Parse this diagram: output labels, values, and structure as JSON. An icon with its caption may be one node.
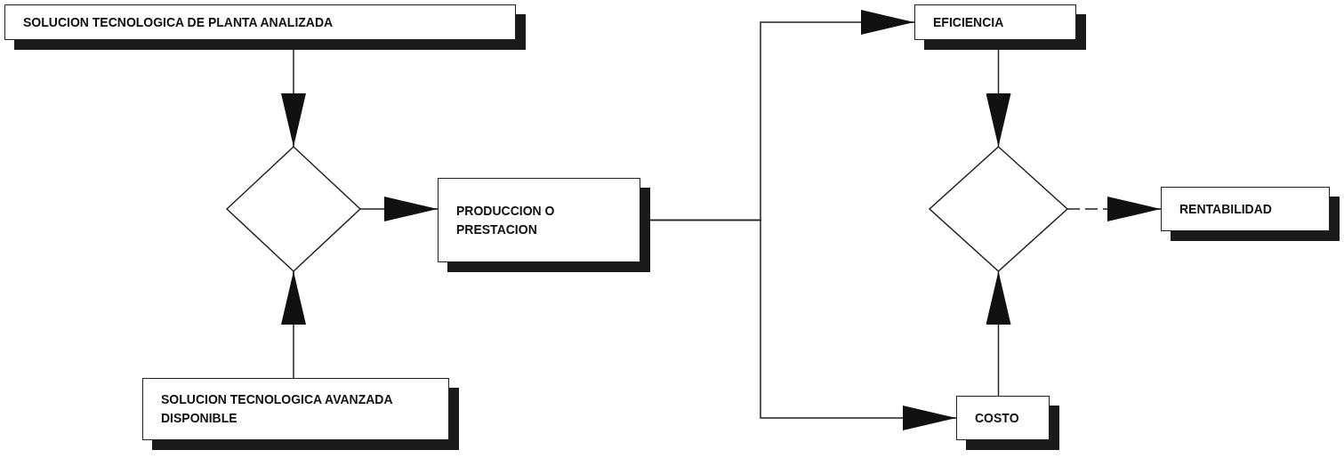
{
  "diagram": {
    "nodes": [
      {
        "text": [
          "SOLUCION TECNOLOGICA DE PLANTA ANALIZADA"
        ]
      },
      {
        "text": [],
        "shape": "diamond"
      },
      {
        "text": [
          "SOLUCION TECNOLOGICA AVANZADA DISPONIBLE"
        ]
      },
      {
        "text": [
          "PRODUCCION O PRESTACION"
        ]
      },
      {
        "text": [
          "EFICIENCIA"
        ]
      },
      {
        "text": [],
        "shape": "diamond"
      },
      {
        "text": [
          "COSTO"
        ]
      },
      {
        "text": [
          "RENTABILIDAD"
        ]
      }
    ],
    "edges": [
      {
        "from": 0,
        "to": 1,
        "arrow": "to"
      },
      {
        "from": 2,
        "to": 1,
        "arrow": "to"
      },
      {
        "from": 1,
        "to": 3,
        "arrow": "to"
      },
      {
        "from": 3,
        "to": 4,
        "arrow": "to"
      },
      {
        "from": 3,
        "to": 6,
        "arrow": "to"
      },
      {
        "from": 4,
        "to": 5,
        "arrow": "to"
      },
      {
        "from": 6,
        "to": 5,
        "arrow": "to"
      },
      {
        "from": 5,
        "to": 7,
        "arrow": "to",
        "style": "dashed"
      }
    ]
  }
}
